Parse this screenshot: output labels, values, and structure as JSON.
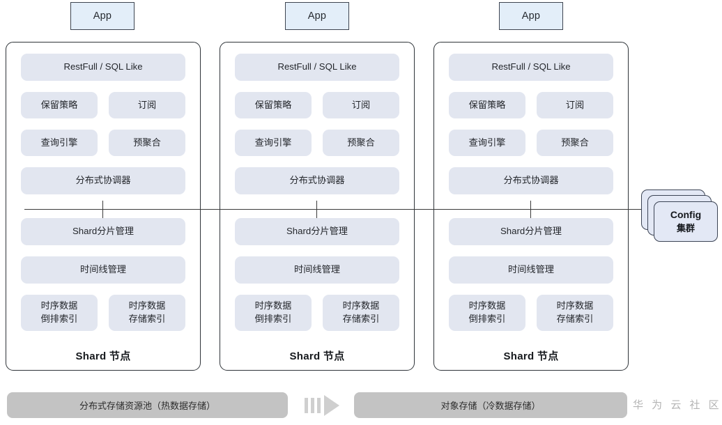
{
  "app_boxes": [
    {
      "label": "App"
    },
    {
      "label": "App"
    },
    {
      "label": "App"
    }
  ],
  "node_panels": [
    {
      "caption": "Shard 节点",
      "modules": {
        "api": "RestFull / SQL Like",
        "row1_left": "保留策略",
        "row1_right": "订阅",
        "row2_left": "查询引擎",
        "row2_right": "预聚合",
        "coordinator": "分布式协调器",
        "shard_mgmt": "Shard分片管理",
        "timeline_mgmt": "时间线管理",
        "index_left": "时序数据\n倒排索引",
        "index_left_l1": "时序数据",
        "index_left_l2": "倒排索引",
        "index_right_l1": "时序数据",
        "index_right_l2": "存储索引"
      }
    },
    {
      "caption": "Shard 节点",
      "modules": {
        "api": "RestFull / SQL Like",
        "row1_left": "保留策略",
        "row1_right": "订阅",
        "row2_left": "查询引擎",
        "row2_right": "预聚合",
        "coordinator": "分布式协调器",
        "shard_mgmt": "Shard分片管理",
        "timeline_mgmt": "时间线管理",
        "index_left_l1": "时序数据",
        "index_left_l2": "倒排索引",
        "index_right_l1": "时序数据",
        "index_right_l2": "存储索引"
      }
    },
    {
      "caption": "Shard 节点",
      "modules": {
        "api": "RestFull / SQL Like",
        "row1_left": "保留策略",
        "row1_right": "订阅",
        "row2_left": "查询引擎",
        "row2_right": "预聚合",
        "coordinator": "分布式协调器",
        "shard_mgmt": "Shard分片管理",
        "timeline_mgmt": "时间线管理",
        "index_left_l1": "时序数据",
        "index_left_l2": "倒排索引",
        "index_right_l1": "时序数据",
        "index_right_l2": "存储索引"
      }
    }
  ],
  "config_cluster": {
    "title": "Config",
    "subtitle": "集群"
  },
  "storage": {
    "hot": "分布式存储资源池（热数据存储）",
    "cold": "对象存储（冷数据存储）",
    "arrow_icon": "flow-arrow-icon"
  },
  "watermark": "华 为 云 社 区",
  "colors": {
    "app_fill": "#e3eef9",
    "app_border": "#3d4450",
    "module_fill": "#e2e6f0",
    "panel_border": "#2e3338",
    "config_fill": "#e3e8f5",
    "config_border": "#3b4354",
    "storage_fill": "#c3c3c3",
    "line": "#3a3a3a",
    "watermark": "#b4b4b4"
  }
}
